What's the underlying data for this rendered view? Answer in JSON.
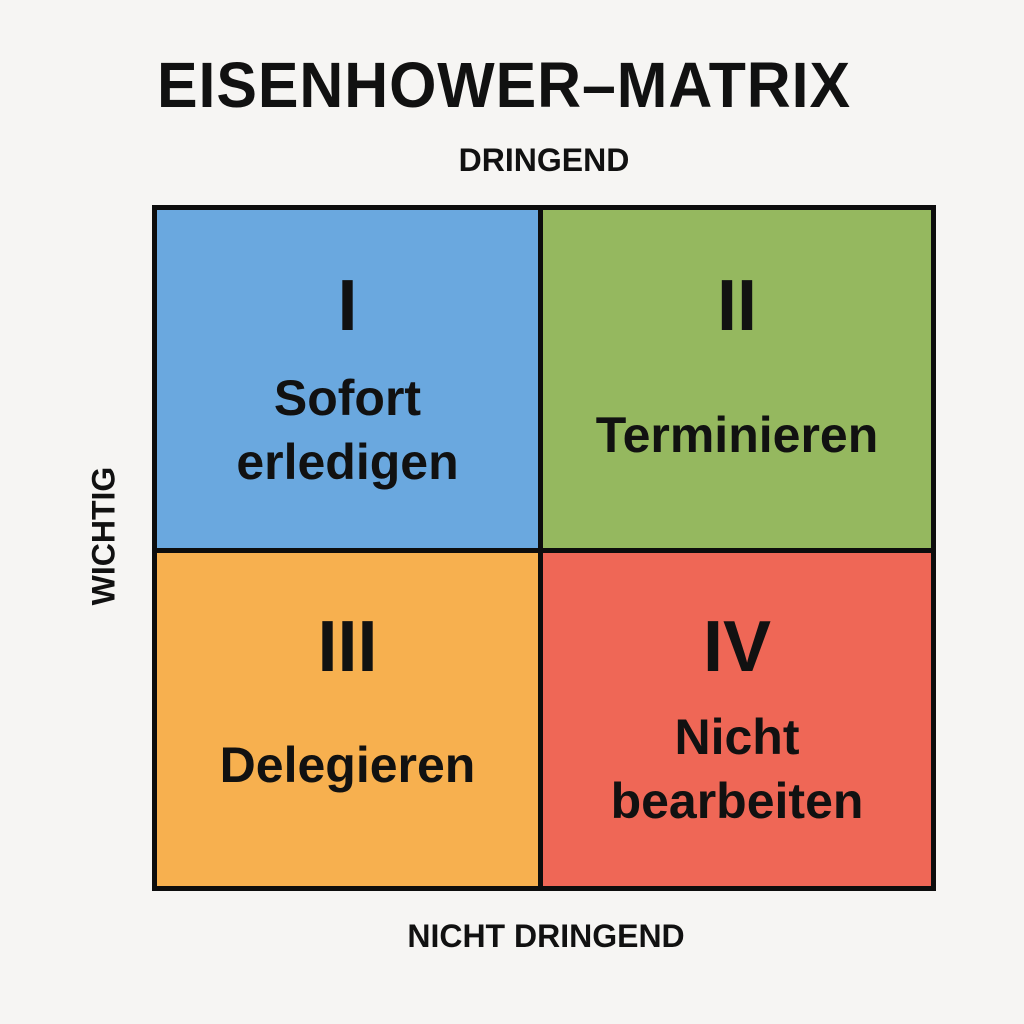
{
  "title": "EISENHOWER–MATRIX",
  "axes": {
    "top": "DRINGEND",
    "bottom": "NICHT DRINGEND",
    "left": "WICHTIG"
  },
  "quadrants": [
    {
      "numeral": "I",
      "label_lines": [
        "Sofort",
        "erledigen"
      ],
      "color": "#6aa8df"
    },
    {
      "numeral": "II",
      "label_lines": [
        "Terminieren"
      ],
      "color": "#95b85f"
    },
    {
      "numeral": "III",
      "label_lines": [
        "Delegieren"
      ],
      "color": "#f7b04f"
    },
    {
      "numeral": "IV",
      "label_lines": [
        "Nicht",
        "bearbeiten"
      ],
      "color": "#ef6756"
    }
  ]
}
